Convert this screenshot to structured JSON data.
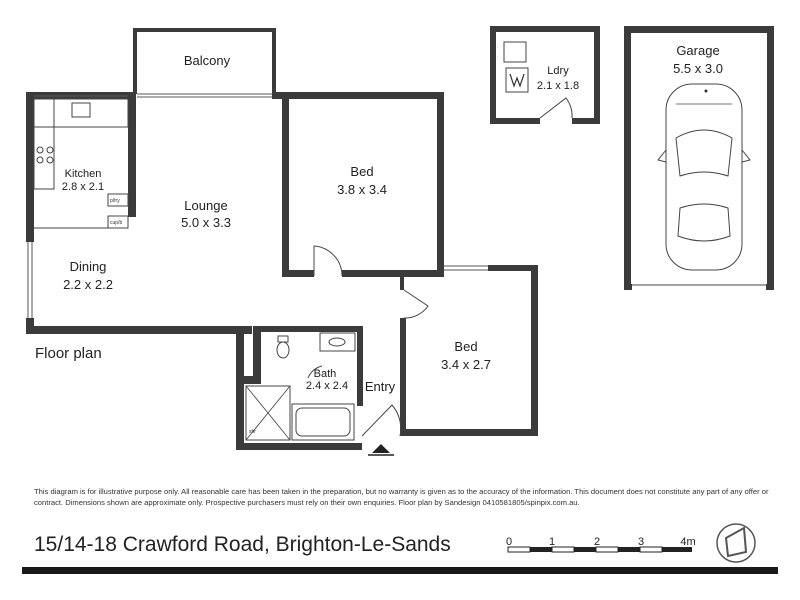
{
  "rooms": {
    "balcony": {
      "name": "Balcony"
    },
    "kitchen": {
      "name": "Kitchen",
      "dims": "2.8 x 2.1"
    },
    "lounge": {
      "name": "Lounge",
      "dims": "5.0 x 3.3"
    },
    "dining": {
      "name": "Dining",
      "dims": "2.2 x 2.2"
    },
    "bed1": {
      "name": "Bed",
      "dims": "3.8 x 3.4"
    },
    "bed2": {
      "name": "Bed",
      "dims": "3.4 x 2.7"
    },
    "bath": {
      "name": "Bath",
      "dims": "2.4 x 2.4"
    },
    "entry": {
      "name": "Entry"
    },
    "laundry": {
      "name": "Ldry",
      "dims": "2.1 x 1.8"
    },
    "garage": {
      "name": "Garage",
      "dims": "5.5 x 3.0"
    }
  },
  "fixture_labels": {
    "pantry": "p/try",
    "cupboard": "cup/b",
    "shower": "shr"
  },
  "floor_title": "Floor plan",
  "disclaimer": "This diagram is for illustrative purpose only. All reasonable care has been taken in the preparation, but no warranty is given as to the accuracy of the information. This document does not constitute any part of any offer or contract. Dimensions shown are approximate only. Prospective purchasers must rely on their own enquiries. Floor plan by Sandesign 0410581805/spinpix.com.au.",
  "address": "15/14-18 Crawford Road, Brighton-Le-Sands",
  "scale": {
    "ticks": [
      "0",
      "1",
      "2",
      "3",
      "4m"
    ]
  },
  "colors": {
    "wall": "#3b3b3b",
    "bar": "#1a1a1a"
  },
  "icons": {
    "compass": "north-compass-icon",
    "car": "car-icon",
    "entry_marker": "entry-arrow-icon"
  }
}
